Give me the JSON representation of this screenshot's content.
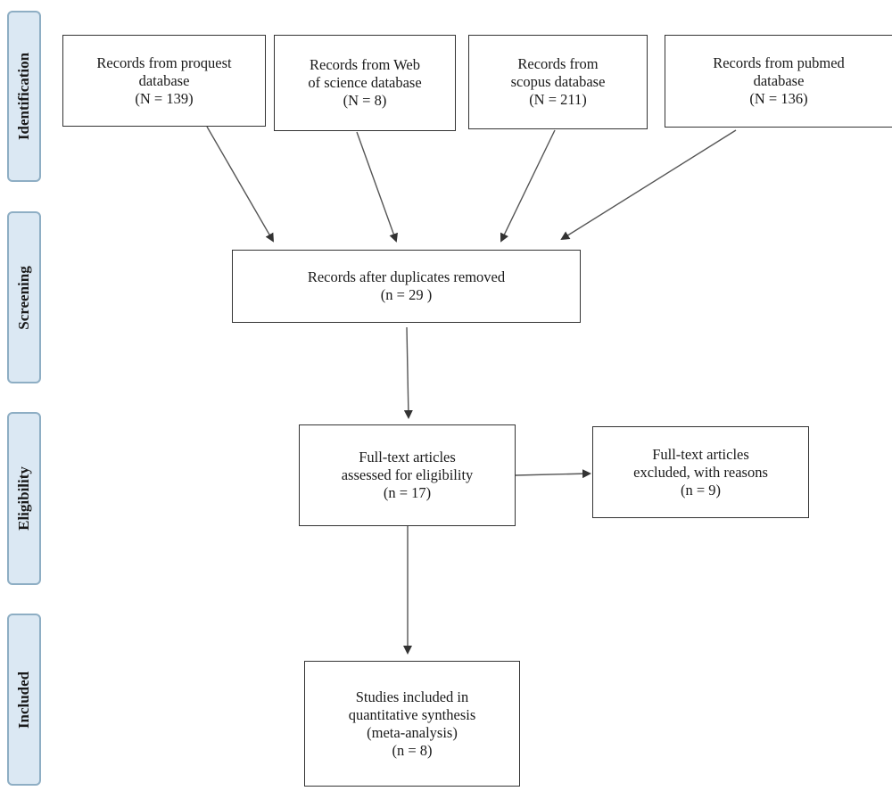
{
  "stages": {
    "identification": "Identification",
    "screening": "Screening",
    "eligibility": "Eligibility",
    "included": "Included"
  },
  "boxes": {
    "proquest": {
      "line1": "Records from proquest",
      "line2": "database",
      "count": "(N = 139)"
    },
    "wos": {
      "line1": "Records from Web",
      "line2": "of science database",
      "count": "(N = 8)"
    },
    "scopus": {
      "line1": "Records from",
      "line2": "scopus database",
      "count": "(N = 211)"
    },
    "pubmed": {
      "line1": "Records from pubmed",
      "line2": "database",
      "count": "(N = 136)"
    },
    "dedup": {
      "line1": "Records after duplicates removed",
      "count": "(n = 29 )"
    },
    "fulltext": {
      "line1": "Full-text articles",
      "line2": "assessed for eligibility",
      "count": "(n = 17)"
    },
    "excluded": {
      "line1": "Full-text articles",
      "line2": "excluded, with reasons",
      "count": "(n = 9)"
    },
    "included": {
      "line1": "Studies included in",
      "line2": "quantitative synthesis",
      "line3": "(meta-analysis)",
      "count": "(n = 8)"
    }
  }
}
